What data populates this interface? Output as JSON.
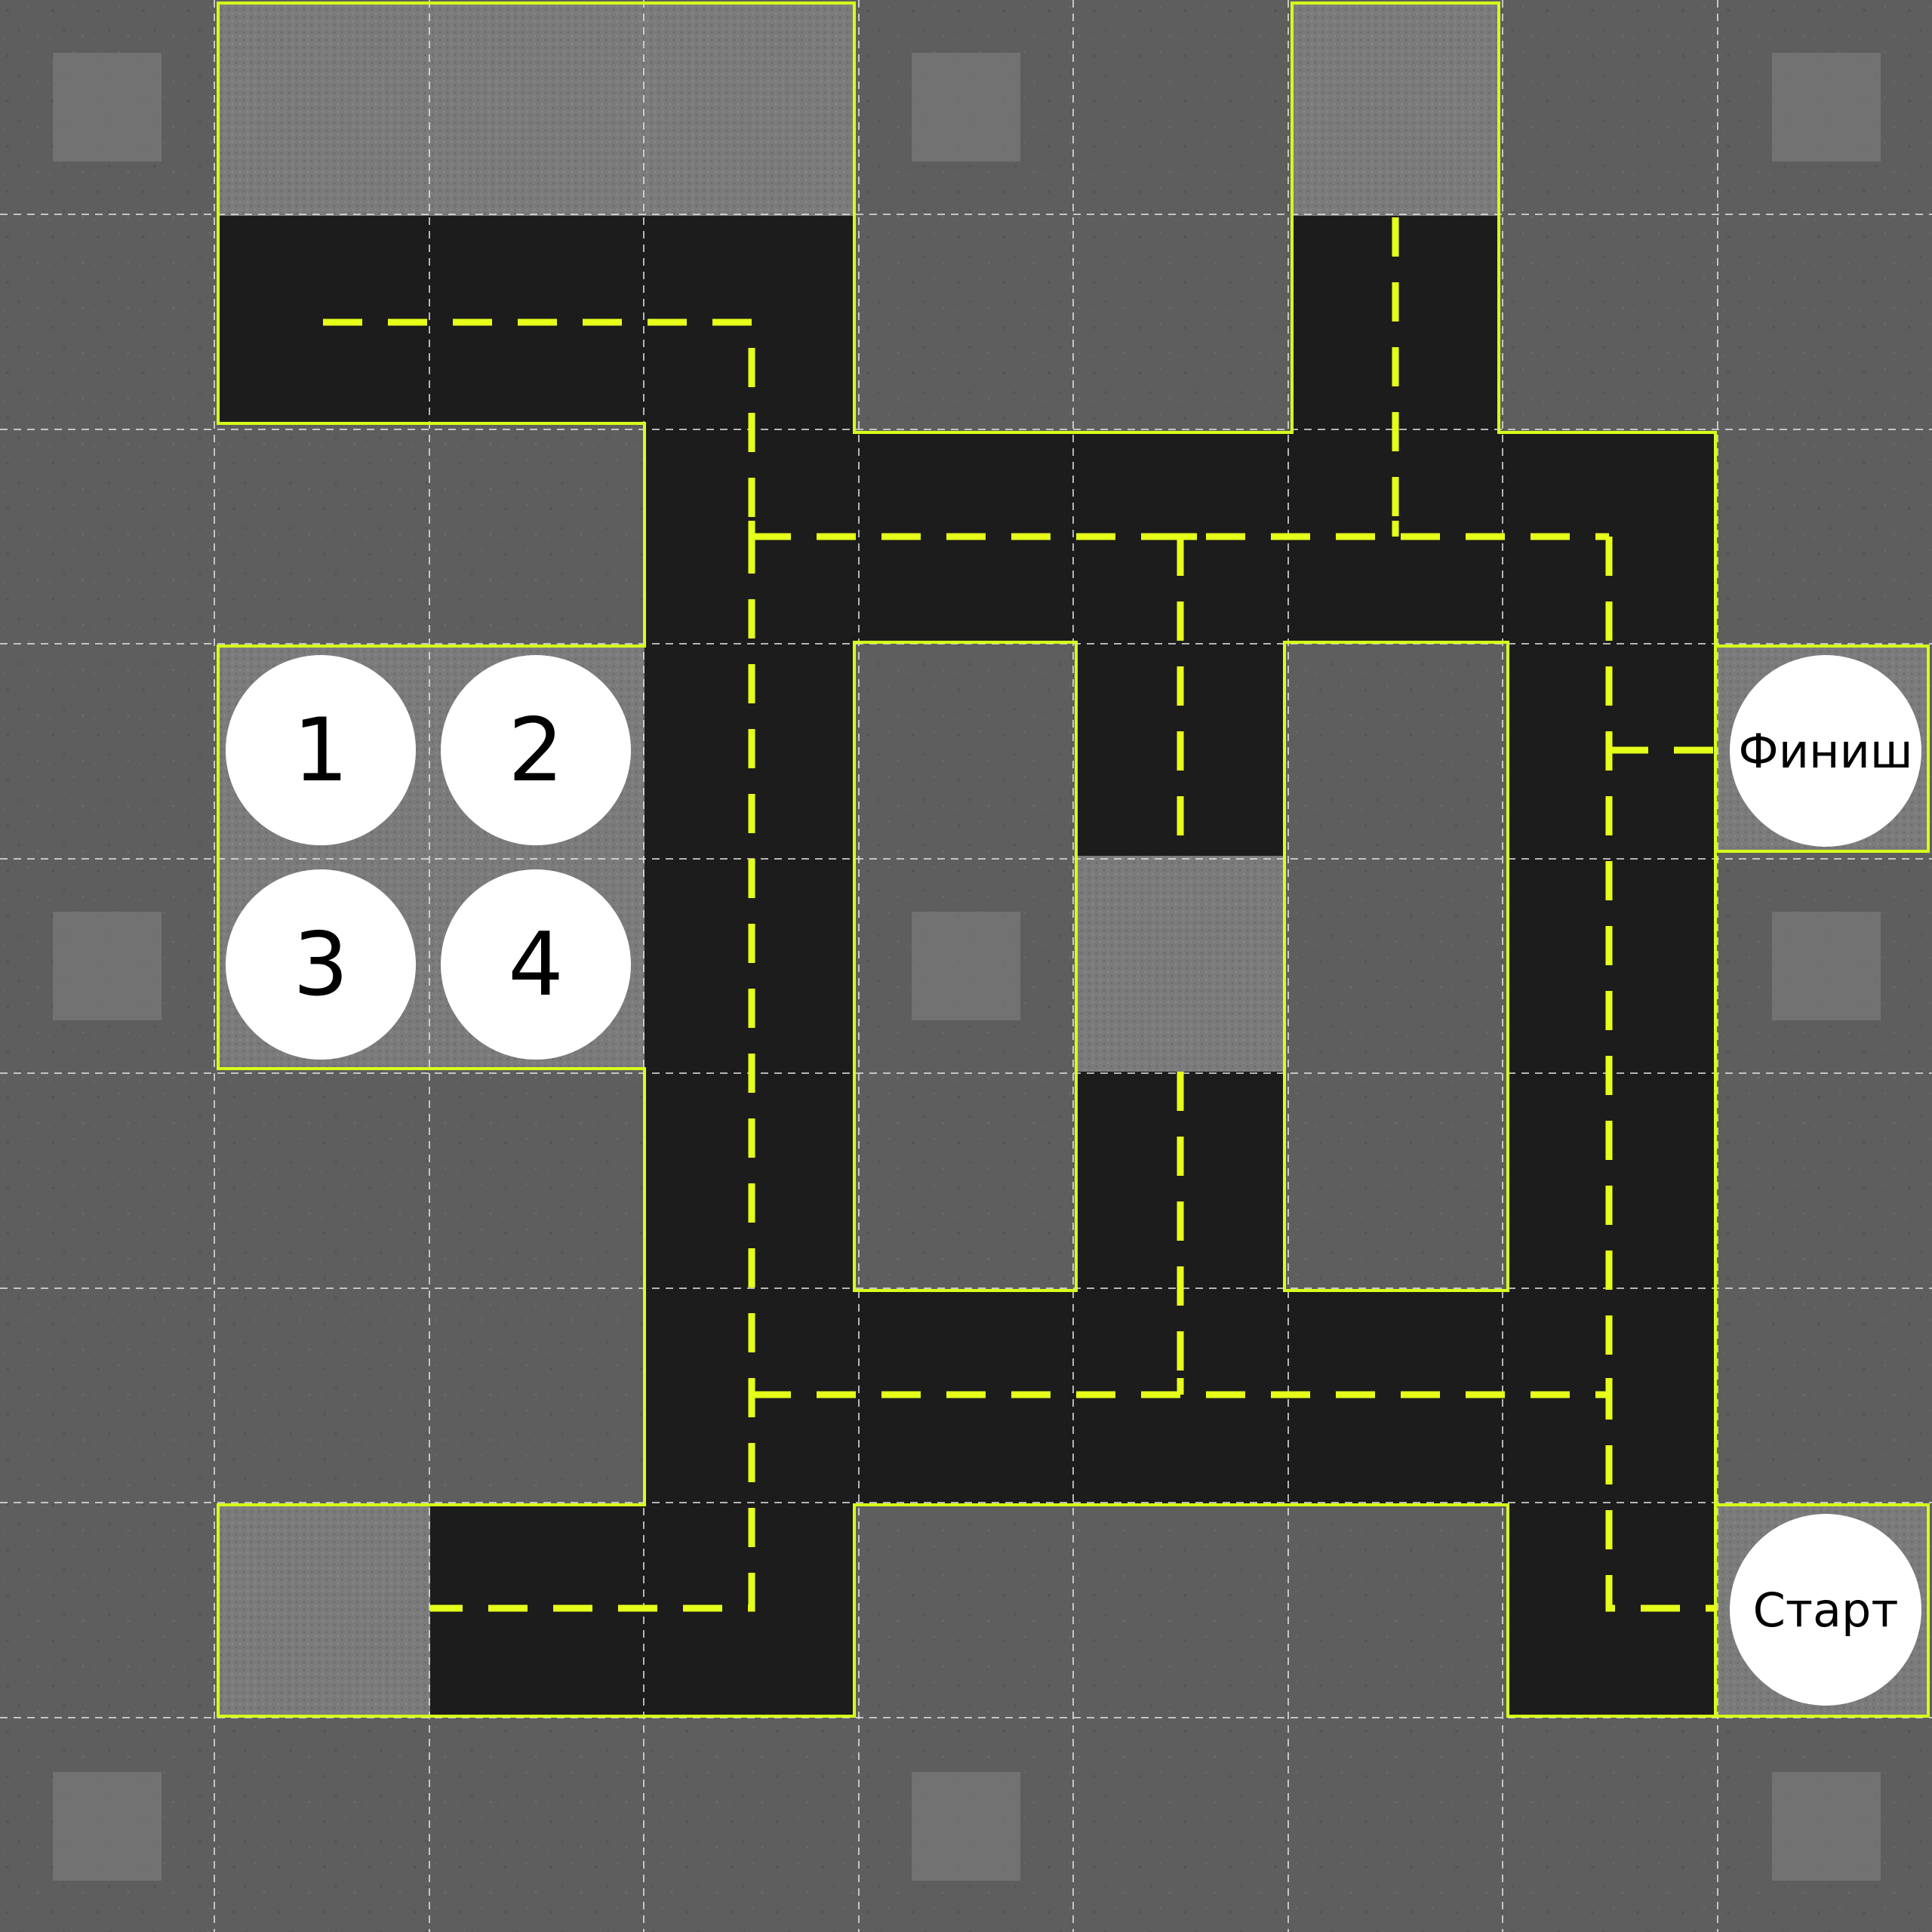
{
  "board": {
    "grid_cols": 9,
    "grid_rows": 9,
    "colors": {
      "ground": "#5e5e5e",
      "road": "#1c1c1c",
      "zone": "#7a7a7a",
      "outline": "#d8ff1a",
      "lane": "#e6ff1a",
      "grid_line": "#e8e8e8",
      "marker": "#ffffff"
    }
  },
  "parking": {
    "slots": [
      {
        "label": "1"
      },
      {
        "label": "2"
      },
      {
        "label": "3"
      },
      {
        "label": "4"
      }
    ]
  },
  "start": {
    "label": "Старт"
  },
  "finish": {
    "label": "Финиш"
  }
}
